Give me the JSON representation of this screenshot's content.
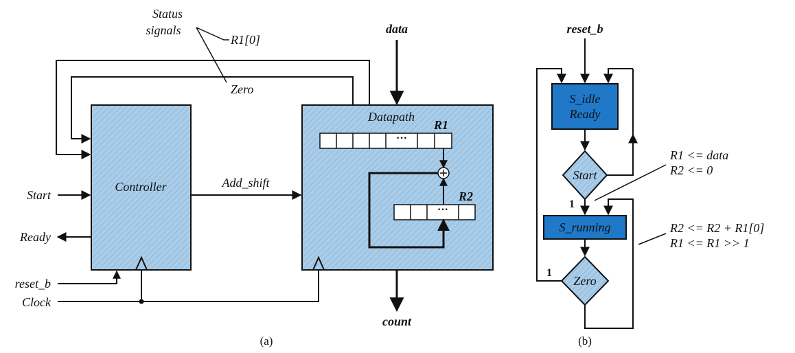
{
  "panel_a": {
    "caption": "(a)",
    "status_signals_line1": "Status",
    "status_signals_line2": "signals",
    "r1_0_label": "R1[0]",
    "zero_label": "Zero",
    "data_label": "data",
    "controller_label": "Controller",
    "datapath_label": "Datapath",
    "add_shift_label": "Add_shift",
    "start_label": "Start",
    "ready_label": "Ready",
    "reset_b_label": "reset_b",
    "clock_label": "Clock",
    "count_label": "count",
    "r1_register_label": "R1",
    "r2_register_label": "R2",
    "ellipsis": "···",
    "plus_symbol": "+"
  },
  "panel_b": {
    "caption": "(b)",
    "reset_b_label": "reset_b",
    "s_idle_label": "S_idle",
    "ready_output_label": "Ready",
    "start_decision_label": "Start",
    "s_running_label": "S_running",
    "zero_decision_label": "Zero",
    "branch_one_label_upper": "1",
    "branch_one_label_lower": "1",
    "action1_line1": "R1 <= data",
    "action1_line2": "R2 <= 0",
    "action2_line1": "R2 <= R2 + R1[0]",
    "action2_line2": "R1 <= R1 >> 1"
  },
  "colors": {
    "block_fill": "#a9cce8",
    "state_box_fill": "#1f78c8",
    "decision_fill": "#a9cce8",
    "line": "#111111"
  }
}
